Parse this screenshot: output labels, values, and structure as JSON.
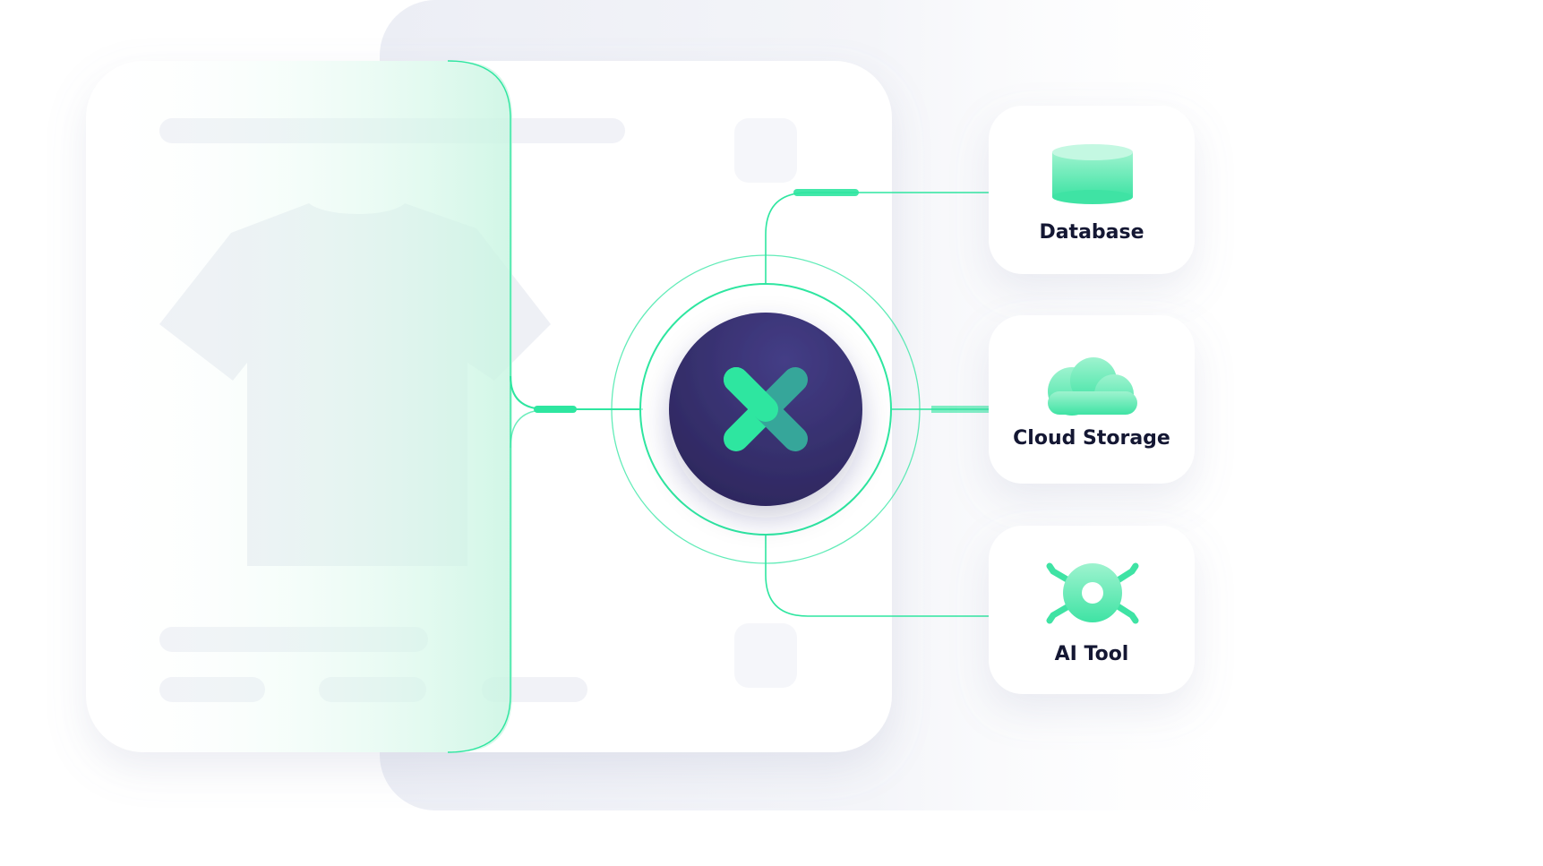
{
  "colors": {
    "accent": "#2ee6a0",
    "accent_light": "#b6f6dc",
    "hub_dark": "#302a63",
    "hub_light": "#3f3a80",
    "text": "#141733",
    "placeholder": "#f1f2f7"
  },
  "hub": {
    "icon": "x-logo-icon"
  },
  "nodes": [
    {
      "label": "Database",
      "icon": "database-icon"
    },
    {
      "label": "Cloud Storage",
      "icon": "cloud-icon"
    },
    {
      "label": "AI Tool",
      "icon": "ai-chip-icon"
    }
  ],
  "product_card": {
    "image_icon": "t-shirt-icon"
  }
}
